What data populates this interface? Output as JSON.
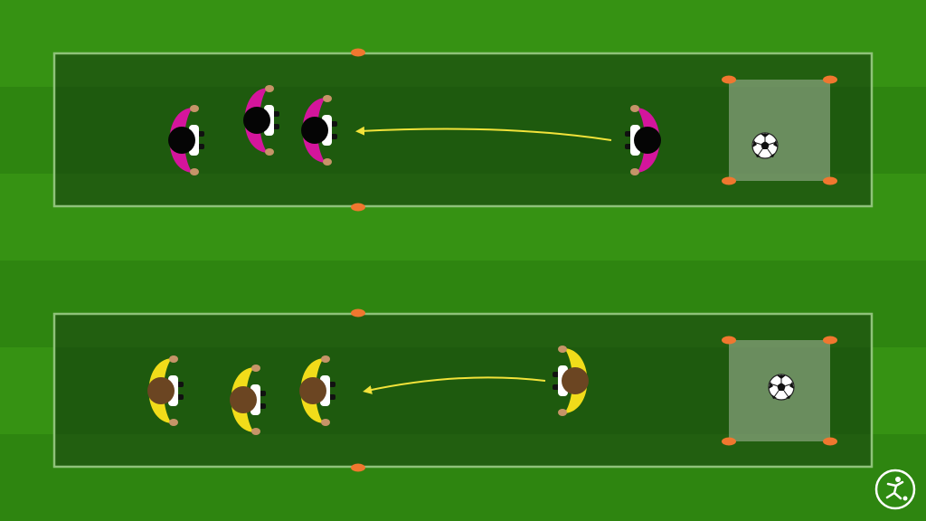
{
  "colors": {
    "grass_light": "#369213",
    "grass_dark": "#2d8410",
    "area_fill": "#215f0f",
    "area_stripe": "#1d560d",
    "line": "#8fc27a",
    "cone": "#f0772f",
    "square_fill": "#a9b8a0",
    "arrow": "#f2e33a",
    "team_pink_shirt": "#d4159c",
    "team_pink_hair": "#050505",
    "team_yellow_shirt": "#f1dc1a",
    "team_yellow_hair": "#6b4522",
    "shorts": "#ffffff",
    "socks": "#111111",
    "skin": "#c69468"
  },
  "drills": [
    {
      "name": "drill-pink",
      "team": "pink",
      "waiting_players": 3,
      "server_players": 1,
      "ball_in_square": true,
      "pass_direction": "right-to-left"
    },
    {
      "name": "drill-yellow",
      "team": "yellow",
      "waiting_players": 3,
      "server_players": 1,
      "ball_in_square": true,
      "pass_direction": "right-to-left"
    }
  ],
  "logo_icon": "running-player-logo"
}
